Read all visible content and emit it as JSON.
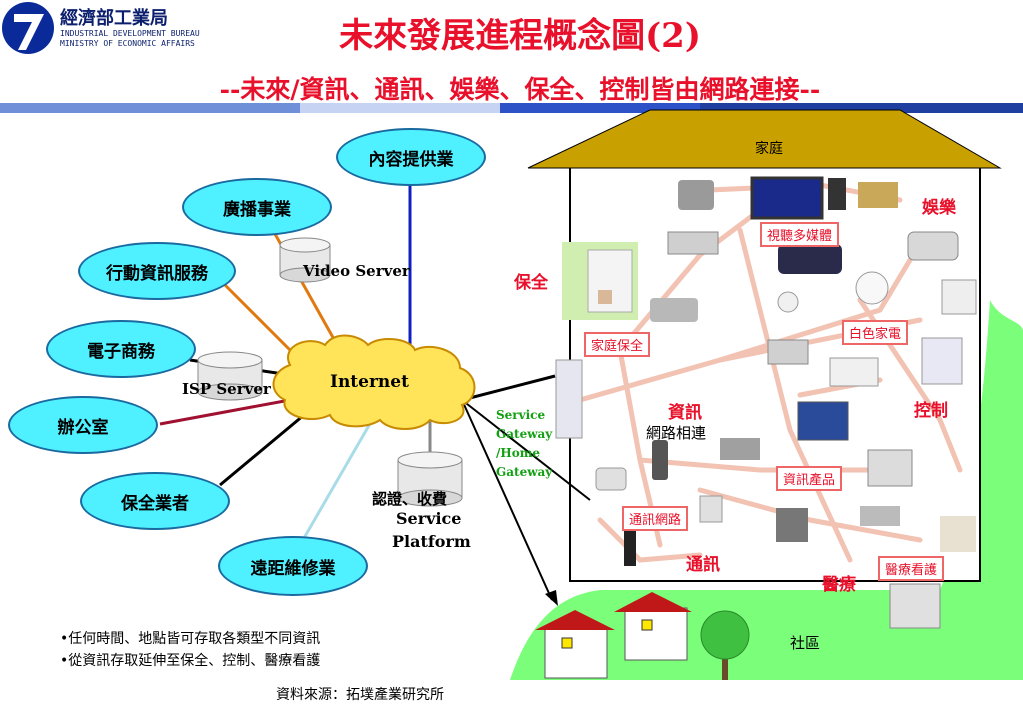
{
  "logo": {
    "name_zh": "經濟部工業局",
    "name_en_1": "INDUSTRIAL DEVELOPMENT BUREAU",
    "name_en_2": "MINISTRY OF ECONOMIC AFFAIRS"
  },
  "title": "未來發展進程概念圖(2)",
  "subtitle": "--未來/資訊、通訊、娛樂、保全、控制皆由網路連接--",
  "network": {
    "nodes": [
      "內容提供業",
      "廣播事業",
      "行動資訊服務",
      "電子商務",
      "辦公室",
      "保全業者",
      "遠距維修業"
    ],
    "video_server": "Video Server",
    "isp_server": "ISP Server",
    "internet": "Internet",
    "service_platform": {
      "zh": "認證、收費",
      "en1": "Service",
      "en2": "Platform"
    }
  },
  "home": {
    "roof_label": "家庭",
    "categories": {
      "entertainment": "娛樂",
      "security": "保全",
      "control": "控制",
      "info": "資訊",
      "comm": "通訊",
      "medical": "醫療"
    },
    "boxes": {
      "av": "視聽多媒體",
      "appliance": "白色家電",
      "home_security": "家庭保全",
      "info_products": "資訊產品",
      "comm_network": "通訊網路",
      "care": "醫療看護"
    },
    "network_label": "網路相連",
    "gateway": [
      "Service",
      "Gateway",
      "/Home",
      "Gateway"
    ]
  },
  "community": "社區",
  "bullets": [
    "•任何時間、地點皆可存取各類型不同資訊",
    "•從資訊存取延伸至保全、控制、醫療看護"
  ],
  "source": "資料來源：拓墣產業研究所",
  "colors": {
    "title_red": "#e8102a",
    "node_fill": "#4ff0ff",
    "roof": "#c8a000",
    "grass": "#7bff7b"
  }
}
